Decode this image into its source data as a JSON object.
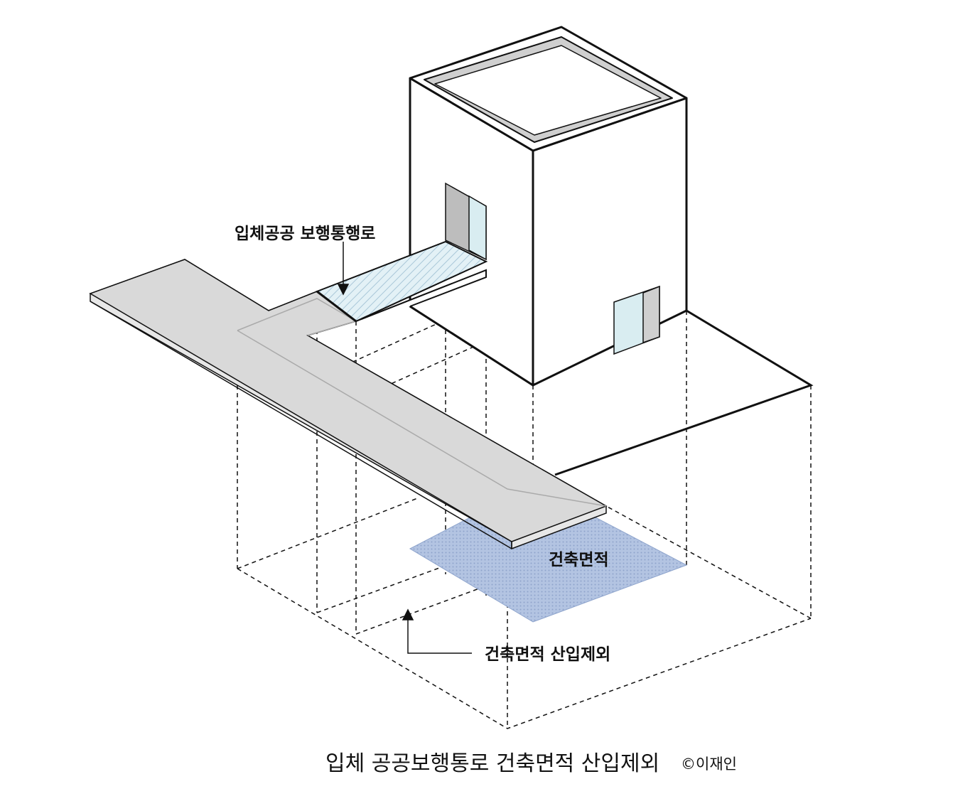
{
  "labels": {
    "walkway": "입체공공 보행통행로",
    "building_area": "건축면적",
    "excluded": "건축면적 산입제외"
  },
  "caption": {
    "title": "입체 공공보행통로 건축면적 산입제외",
    "credit": "©이재인"
  },
  "colors": {
    "line": "#111111",
    "walkway_fill": "#dcdcdc",
    "building_area_fill": "#aebfdd",
    "glass": "#d9edf1"
  }
}
